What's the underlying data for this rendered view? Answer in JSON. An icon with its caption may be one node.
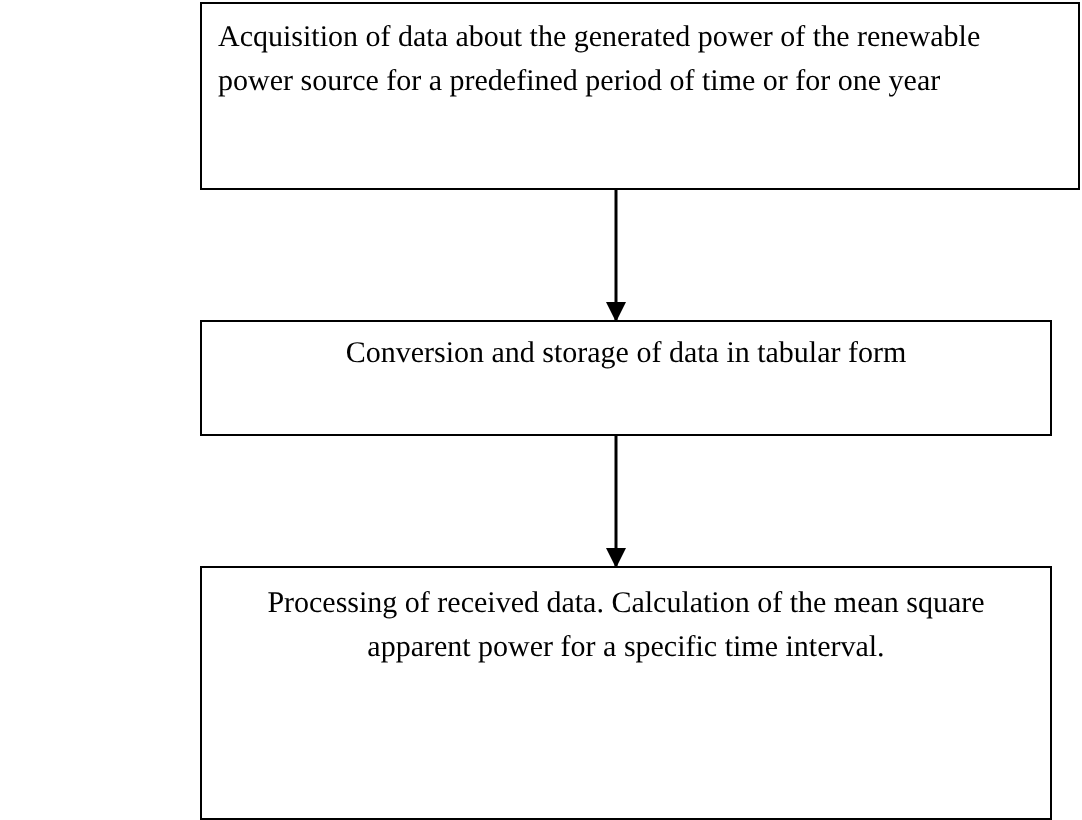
{
  "diagram": {
    "nodes": [
      {
        "text": [
          "Acquisition of data about the generated power of the renewable power source for a predefined period of time or for one year"
        ]
      },
      {
        "text": [
          "Conversion and storage of data in tabular form"
        ]
      },
      {
        "text": [
          "Processing of received data. Calculation of the mean square apparent power for a specific time interval."
        ]
      }
    ],
    "edges": [
      {
        "from": 0,
        "to": 1,
        "arrow": "to"
      },
      {
        "from": 1,
        "to": 2,
        "arrow": "to"
      }
    ]
  }
}
